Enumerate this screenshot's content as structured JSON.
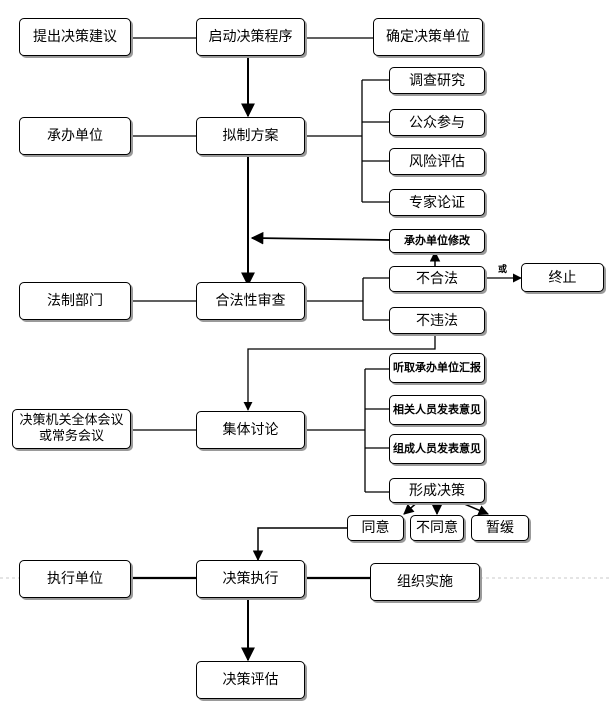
{
  "flow": {
    "propose": "提出决策建议",
    "start": "启动决策程序",
    "confirm_unit": "确定决策单位",
    "research": "调查研究",
    "hosting_unit": "承办单位",
    "draft_plan": "拟制方案",
    "public_participation": "公众参与",
    "risk_assessment": "风险评估",
    "expert_review": "专家论证",
    "hosting_revise": "承办单位修改",
    "illegal": "不合法",
    "or_label": "或",
    "terminate": "终止",
    "legal_department": "法制部门",
    "legality_review": "合法性审查",
    "not_illegal": "不违法",
    "hear_report": "听取承办单位汇报",
    "related_opinions": "相关人员发表意见",
    "member_opinions": "组成人员发表意见",
    "decision_body": "决策机关全体会议或常务会议",
    "collective_discussion": "集体讨论",
    "form_decision": "形成决策",
    "agree": "同意",
    "disagree": "不同意",
    "postpone": "暂缓",
    "executing_unit": "执行单位",
    "execute": "决策执行",
    "organize": "组织实施",
    "evaluate": "决策评估"
  }
}
